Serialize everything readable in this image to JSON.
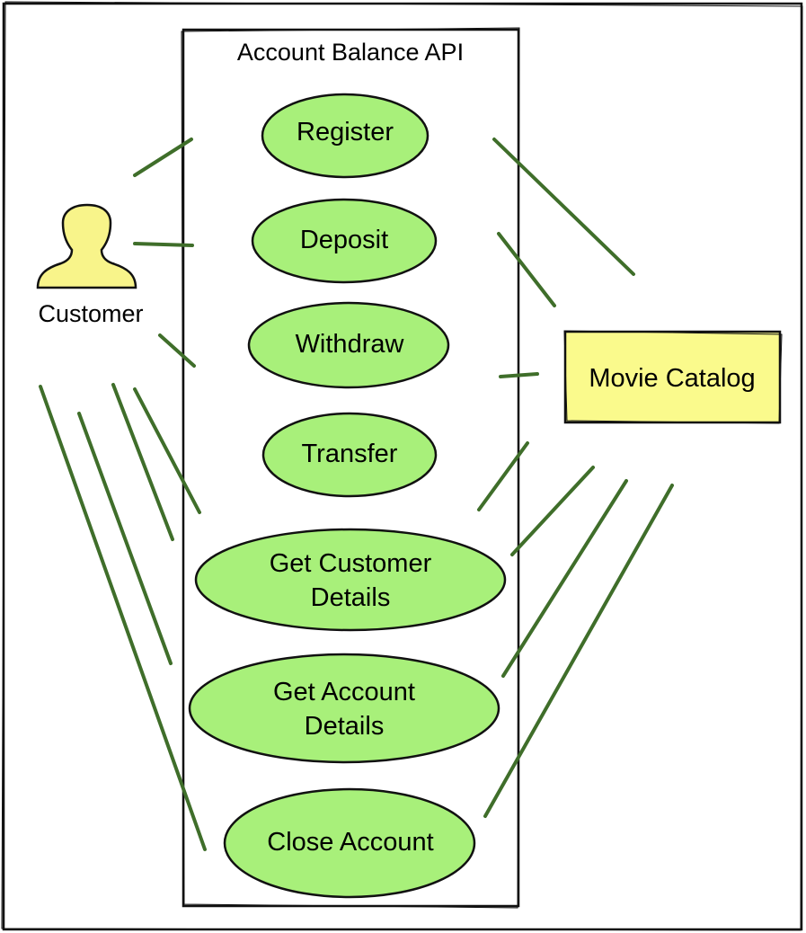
{
  "system": {
    "title": "Account Balance API"
  },
  "actors": [
    {
      "id": "customer",
      "label": "Customer",
      "icon": "person-icon"
    }
  ],
  "external_system": {
    "label": "Movie Catalog"
  },
  "use_cases": [
    {
      "id": "register",
      "lines": [
        "Register"
      ]
    },
    {
      "id": "deposit",
      "lines": [
        "Deposit"
      ]
    },
    {
      "id": "withdraw",
      "lines": [
        "Withdraw"
      ]
    },
    {
      "id": "transfer",
      "lines": [
        "Transfer"
      ]
    },
    {
      "id": "get-customer-details",
      "lines": [
        "Get Customer",
        "Details"
      ]
    },
    {
      "id": "get-account-details",
      "lines": [
        "Get Account",
        "Details"
      ]
    },
    {
      "id": "close-account",
      "lines": [
        "Close Account"
      ]
    }
  ],
  "colors": {
    "use_case_fill": "#a8f07a",
    "actor_fill": "#f8f48a",
    "external_fill": "#fafa8c",
    "connector": "#3f6e2a",
    "stroke": "#111111"
  }
}
